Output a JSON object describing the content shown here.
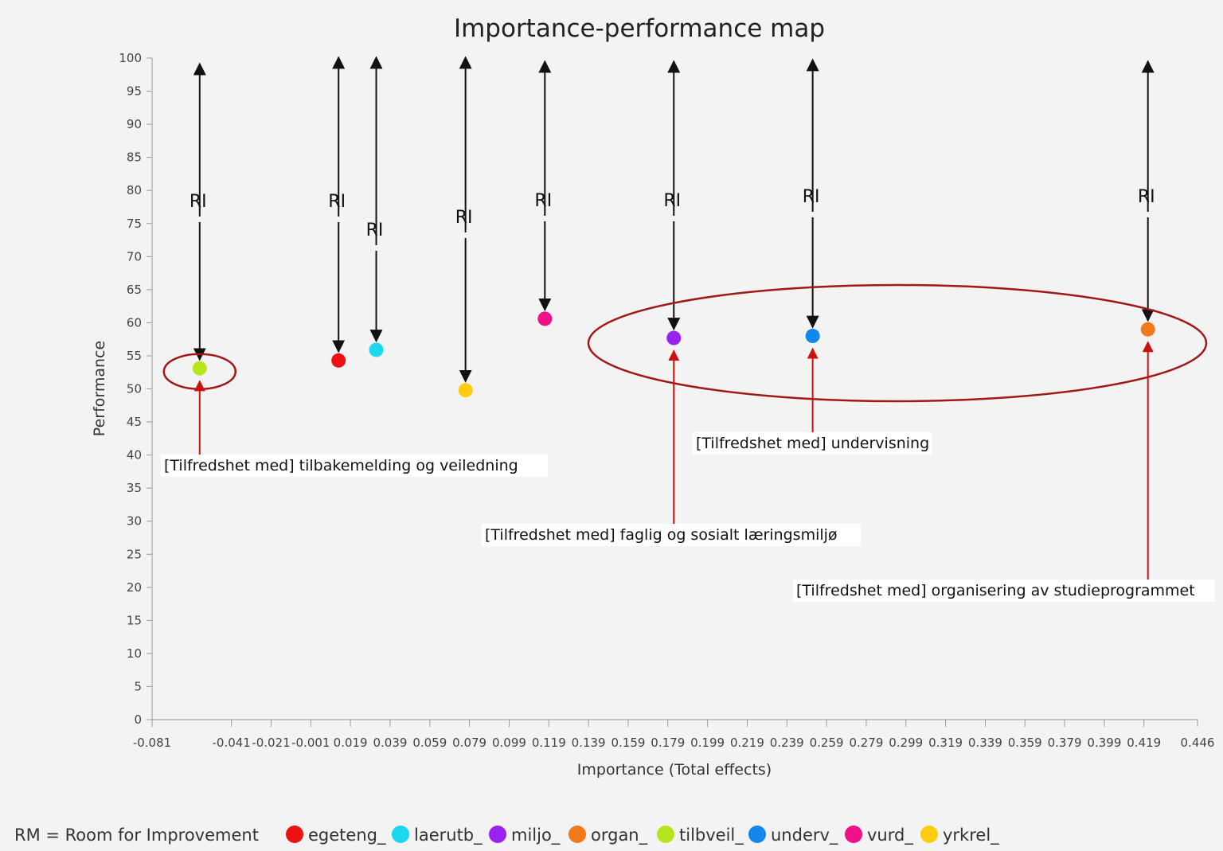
{
  "chart_data": {
    "type": "scatter",
    "title": "Importance-performance map",
    "xlabel": "Importance (Total effects)",
    "ylabel": "Performance",
    "xlim": [
      -0.081,
      0.446
    ],
    "ylim": [
      0,
      100
    ],
    "x_ticks": [
      "-0.081",
      "-0.041",
      "-0.021",
      "-0.001",
      "0.019",
      "0.039",
      "0.059",
      "0.079",
      "0.099",
      "0.119",
      "0.139",
      "0.159",
      "0.179",
      "0.199",
      "0.219",
      "0.239",
      "0.259",
      "0.279",
      "0.299",
      "0.319",
      "0.339",
      "0.359",
      "0.379",
      "0.399",
      "0.419",
      "0.446"
    ],
    "y_ticks": [
      "0",
      "5",
      "10",
      "15",
      "20",
      "25",
      "30",
      "35",
      "40",
      "45",
      "50",
      "55",
      "60",
      "65",
      "70",
      "75",
      "80",
      "85",
      "90",
      "95",
      "100"
    ],
    "grid": false,
    "points": [
      {
        "name": "tilbveil_",
        "x": -0.057,
        "y": 53.1,
        "color": "#b5e61d"
      },
      {
        "name": "egeteng_",
        "x": 0.013,
        "y": 54.3,
        "color": "#ee1111"
      },
      {
        "name": "laerutb_",
        "x": 0.032,
        "y": 55.9,
        "color": "#1ad9ee"
      },
      {
        "name": "yrkrel_",
        "x": 0.077,
        "y": 49.8,
        "color": "#ffcc11"
      },
      {
        "name": "vurd_",
        "x": 0.117,
        "y": 60.6,
        "color": "#ee1188"
      },
      {
        "name": "miljo_",
        "x": 0.182,
        "y": 57.7,
        "color": "#9a22ee"
      },
      {
        "name": "underv_",
        "x": 0.252,
        "y": 58.0,
        "color": "#1188ee"
      },
      {
        "name": "organ_",
        "x": 0.421,
        "y": 59.0,
        "color": "#f27a1a"
      }
    ],
    "legend": {
      "note": "RM = Room for Improvement",
      "placement": "bottom",
      "items": [
        "egeteng_",
        "laerutb_",
        "miljo_",
        "organ_",
        "tilbveil_",
        "underv_",
        "vurd_",
        "yrkrel_"
      ]
    },
    "annotations": {
      "arrow_label": "RI",
      "arrow_color": "#111111",
      "callout_color": "#cc1111",
      "ellipse_color": "#a01818",
      "callouts": [
        {
          "text": "[Tilfredshet med] tilbakemelding og veiledning",
          "target": "tilbveil_"
        },
        {
          "text": "[Tilfredshet med]  undervisning",
          "target": "underv_"
        },
        {
          "text": "[Tilfredshet med] faglig og sosialt læringsmiljø",
          "target": "miljo_"
        },
        {
          "text": "[Tilfredshet med] organisering av studieprogrammet",
          "target": "organ_"
        }
      ]
    }
  }
}
